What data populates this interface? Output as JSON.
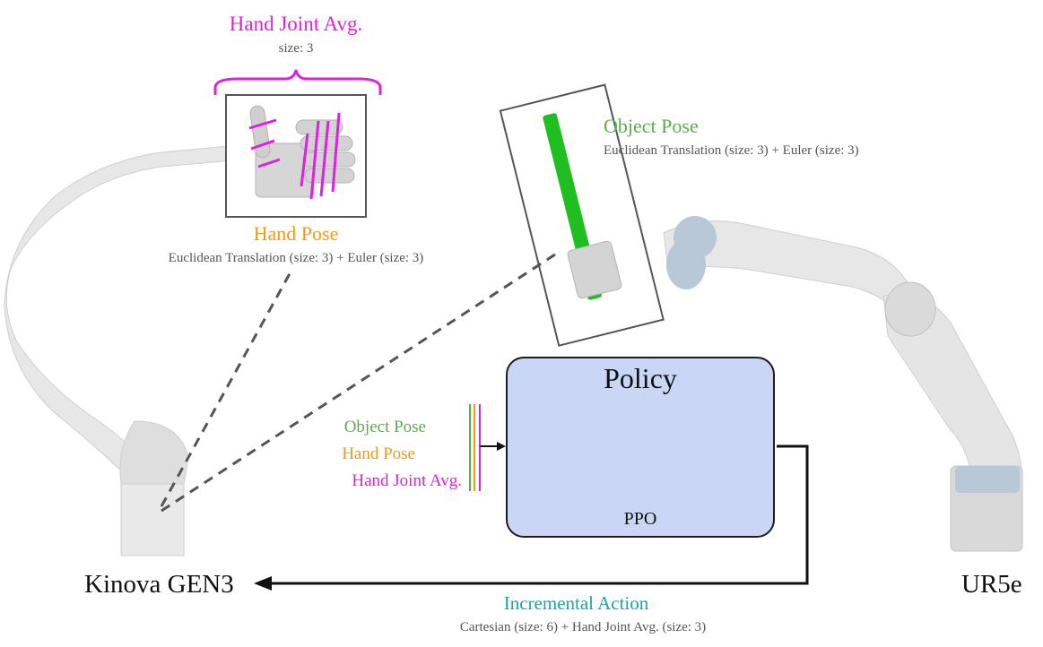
{
  "hand_joint": {
    "title": "Hand Joint Avg.",
    "size": "size: 3"
  },
  "hand_pose": {
    "title": "Hand Pose",
    "desc": "Euclidean Translation (size: 3) + Euler (size: 3)"
  },
  "object_pose": {
    "title": "Object Pose",
    "desc": "Euclidean Translation (size: 3) + Euler (size: 3)"
  },
  "inputs": {
    "object_pose": "Object Pose",
    "hand_pose": "Hand Pose",
    "hand_joint": "Hand Joint Avg."
  },
  "policy": {
    "title": "Policy",
    "algorithm": "PPO"
  },
  "robots": {
    "left": "Kinova GEN3",
    "right": "UR5e"
  },
  "action": {
    "title": "Incremental Action",
    "desc": "Cartesian (size: 6) + Hand Joint Avg. (size: 3)"
  },
  "colors": {
    "magenta": "#e020e0",
    "orange": "#f39a12",
    "green": "#5aad4a",
    "teal": "#18a5a5",
    "policy_fill": "#c9d6f5",
    "robot_body": "#e6e6e6",
    "robot_joint": "#b8c8d6",
    "object_bar": "#1fbf1f"
  }
}
